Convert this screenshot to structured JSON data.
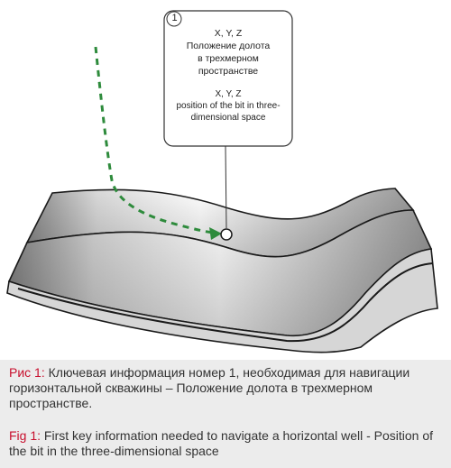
{
  "callout": {
    "number": "1",
    "coords_ru": "X, Y, Z",
    "text_ru": [
      "Положение долота",
      "в трехмерном",
      "пространстве"
    ],
    "coords_en": "X, Y, Z",
    "text_en": [
      "position of the bit in three-",
      "dimensional space"
    ]
  },
  "caption": {
    "ru_label": "Рис 1:",
    "ru_text": " Ключевая информация номер 1, необходимая для навигации горизонтальной скважины – Положение долота в трехмерном пространстве.",
    "en_label": "Fig 1:",
    "en_text": " First key information needed to navigate a horizontal well - Position of the bit in the three-dimensional space"
  },
  "colors": {
    "trajectory": "#2e8b3c",
    "label_red": "#c8102e",
    "caption_bg": "#ececec"
  }
}
